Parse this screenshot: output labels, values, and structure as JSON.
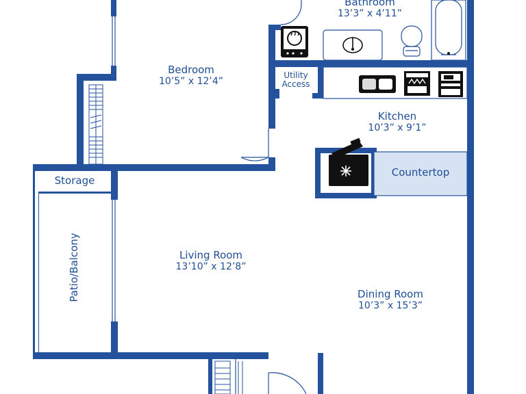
{
  "rooms": {
    "bathroom": {
      "name": "Bathroom",
      "dims": "13’3” x 4’11”"
    },
    "bedroom": {
      "name": "Bedroom",
      "dims": "10’5” x 12’4”"
    },
    "utility": {
      "line1": "Utility",
      "line2": "Access"
    },
    "kitchen": {
      "name": "Kitchen",
      "dims": "10’3” x 9’1”"
    },
    "storage": {
      "name": "Storage"
    },
    "countertop": {
      "name": "Countertop"
    },
    "patio": {
      "name": "Patio/Balcony"
    },
    "living": {
      "name": "Living Room",
      "dims": "13’10” x 12’8”"
    },
    "dining": {
      "name": "Dining Room",
      "dims": "10’3” x 15’3”"
    }
  },
  "colors": {
    "wall": "#24529c",
    "fixture_fill": "#ffffff",
    "countertop_fill": "#d7e3f3",
    "appliance_dark": "#111111"
  },
  "icons": [
    "stove-icon",
    "sink-icon",
    "toilet-icon",
    "bathtub-icon",
    "double-sink-icon",
    "dishwasher-icon",
    "oven-icon",
    "refrigerator-icon",
    "door-swing-icon",
    "stairs-icon",
    "window-icon"
  ]
}
